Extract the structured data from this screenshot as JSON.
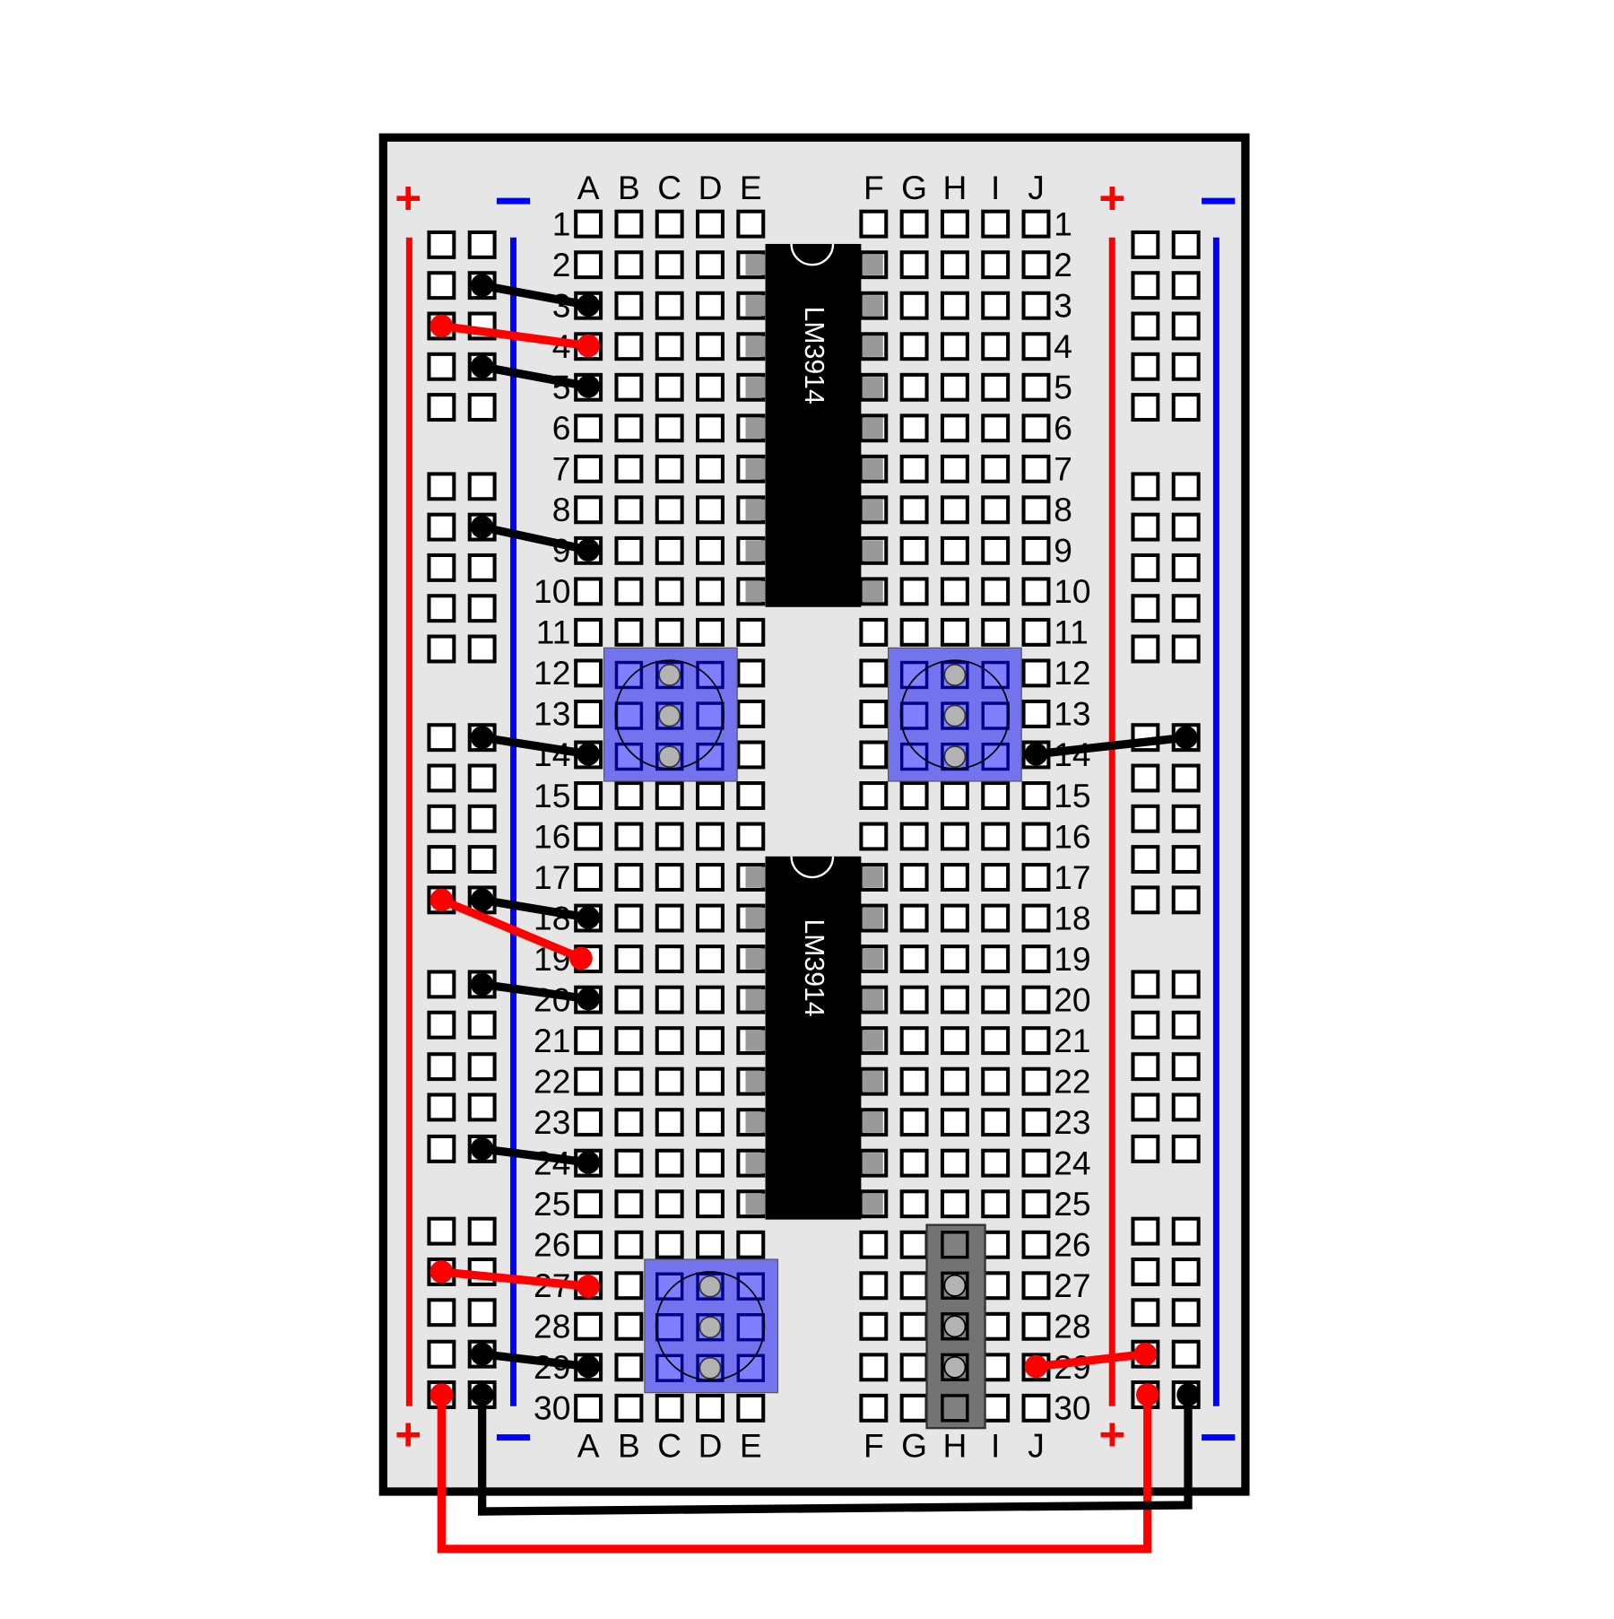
{
  "board": {
    "background": "#e6e6e6",
    "border": "#000000",
    "columns_left": [
      "A",
      "B",
      "C",
      "D",
      "E"
    ],
    "columns_right": [
      "F",
      "G",
      "H",
      "I",
      "J"
    ],
    "rows": 30,
    "rail_plus_symbol": "+",
    "rail_minus_symbol": "−",
    "rail_plus_color": "#ff0000",
    "rail_minus_color": "#0000ff"
  },
  "ics": [
    {
      "label": "LM3914",
      "top_row": 2,
      "bottom_row": 10
    },
    {
      "label": "LM3914",
      "top_row": 17,
      "bottom_row": 25
    }
  ],
  "potentiometers": [
    {
      "name": "pot-left-top",
      "rows": [
        12,
        13,
        14
      ],
      "column": "C"
    },
    {
      "name": "pot-right-top",
      "rows": [
        12,
        13,
        14
      ],
      "column": "H"
    },
    {
      "name": "pot-left-bottom",
      "rows": [
        27,
        28,
        29
      ],
      "column": "D"
    }
  ],
  "header": {
    "name": "3-pin-header",
    "rows": [
      26,
      27,
      28,
      29,
      30
    ],
    "column": "H",
    "pins": [
      27,
      28,
      29
    ]
  },
  "wires": [
    {
      "color": "black",
      "from": "left-minus-rail row 2",
      "to": "A3"
    },
    {
      "color": "red",
      "from": "left-plus-rail row 3",
      "to": "A4"
    },
    {
      "color": "black",
      "from": "left-minus-rail row 4",
      "to": "A5"
    },
    {
      "color": "black",
      "from": "left-minus-rail",
      "to": "A9"
    },
    {
      "color": "black",
      "from": "left-minus-rail",
      "to": "A14"
    },
    {
      "color": "black",
      "from": "J14",
      "to": "right-minus-rail"
    },
    {
      "color": "black",
      "from": "left-minus-rail",
      "to": "A18"
    },
    {
      "color": "red",
      "from": "left-plus-rail",
      "to": "A19"
    },
    {
      "color": "black",
      "from": "left-minus-rail",
      "to": "A20"
    },
    {
      "color": "black",
      "from": "left-minus-rail",
      "to": "A24"
    },
    {
      "color": "red",
      "from": "left-plus-rail",
      "to": "A27"
    },
    {
      "color": "black",
      "from": "left-minus-rail",
      "to": "A29"
    },
    {
      "color": "red",
      "from": "J29",
      "to": "right-plus-rail"
    },
    {
      "color": "red",
      "from": "left-plus-rail bottom",
      "to": "right-plus-rail bottom"
    },
    {
      "color": "black",
      "from": "left-minus-rail bottom",
      "to": "right-minus-rail bottom"
    }
  ]
}
